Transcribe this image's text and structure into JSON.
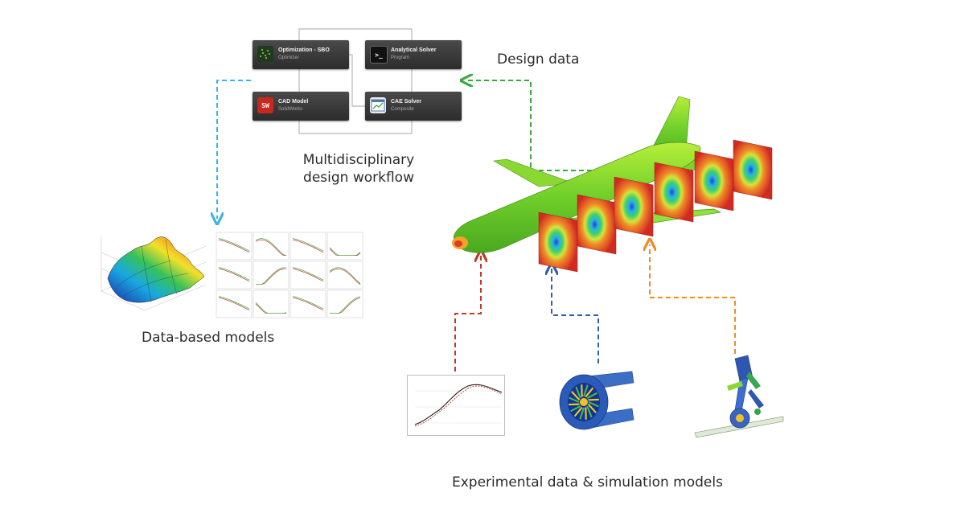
{
  "workflow": {
    "nodes": [
      {
        "id": "opt",
        "title": "Optimization - SBO",
        "subtitle": "Optimizer",
        "icon": "optimizer-scatter-icon"
      },
      {
        "id": "ana",
        "title": "Analytical Solver",
        "subtitle": "Program",
        "icon": "terminal-icon"
      },
      {
        "id": "cad",
        "title": "CAD Model",
        "subtitle": "SolidWorks",
        "icon": "solidworks-icon"
      },
      {
        "id": "cae",
        "title": "CAE Solver",
        "subtitle": "Composite",
        "icon": "cae-window-icon"
      }
    ],
    "caption_line1": "Multidisciplinary",
    "caption_line2": "design workflow"
  },
  "labels": {
    "design_data": "Design data",
    "data_based_models": "Data-based models",
    "experimental": "Experimental data & simulation models"
  },
  "colors": {
    "design_data_arrow": "#3aa83f",
    "data_models_arrow": "#3db4e6",
    "experimental_red": "#c0392b",
    "engine_blue": "#2f5fae",
    "landing_gear_orange": "#f08a24",
    "aircraft_green": "#7ed321"
  }
}
